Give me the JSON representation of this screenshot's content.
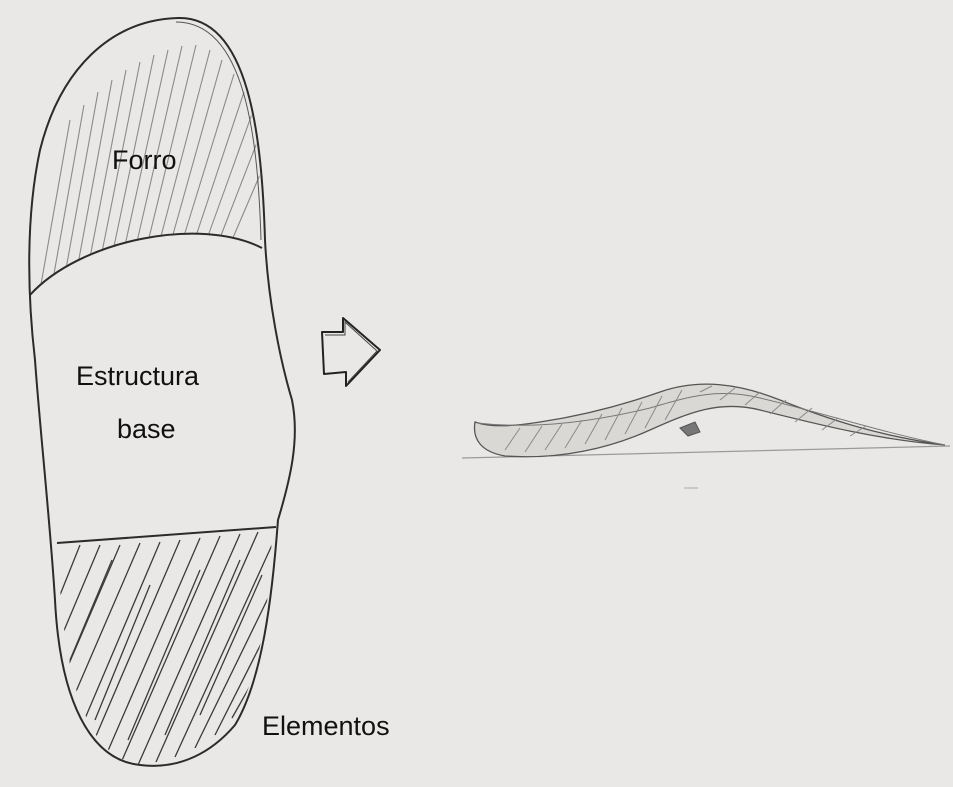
{
  "labels": {
    "top": "Forro",
    "middle_line1": "Estructura",
    "middle_line2": "base",
    "bottom": "Elementos"
  },
  "colors": {
    "paper": "#e9e8e6",
    "pencil": "#2b2b2b",
    "hatch_light": "#8a8a8a",
    "hatch_dark": "#3a3a3a"
  }
}
